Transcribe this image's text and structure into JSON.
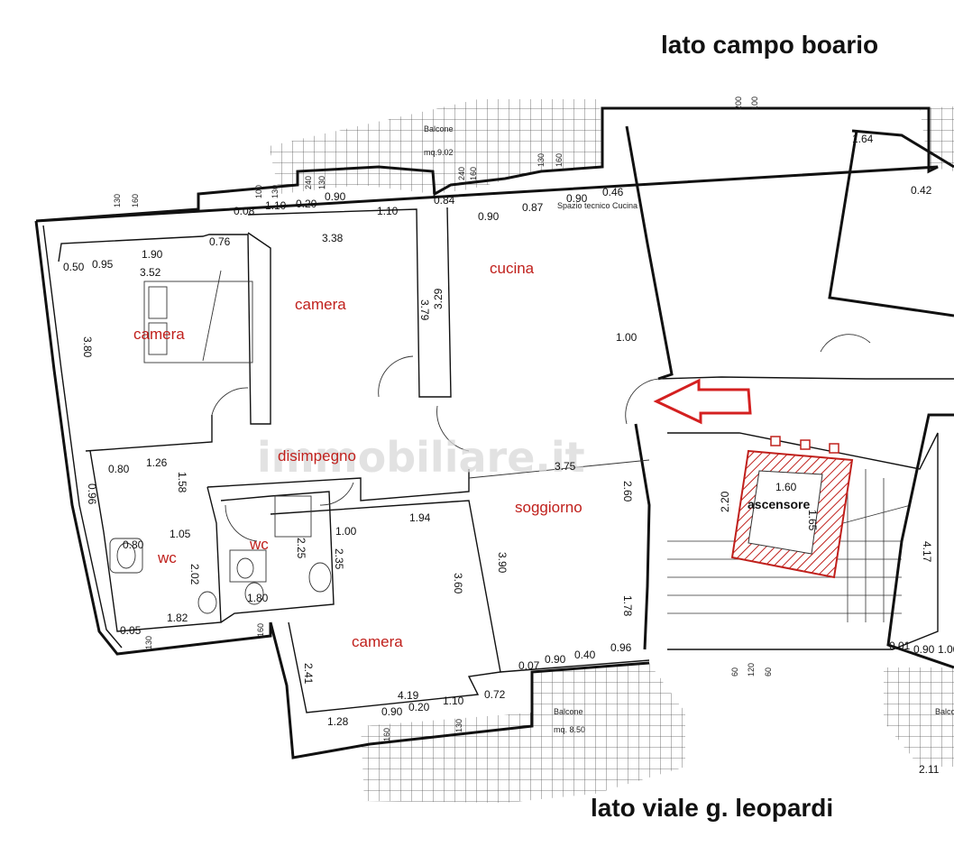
{
  "headings": {
    "top": "lato campo boario",
    "bottom": "lato viale g. leopardi"
  },
  "watermark": "immobiliare.it",
  "rooms": {
    "camera_left": "camera",
    "camera_center": "camera",
    "camera_bottom": "camera",
    "cucina": "cucina",
    "disimpegno": "disimpegno",
    "soggiorno": "soggiorno",
    "wc_left": "wc",
    "wc_center": "wc",
    "ascensore": "ascensore"
  },
  "balconies": {
    "top_label": "Balcone",
    "top_area": "mq.9.02",
    "bottom_label": "Balcone",
    "bottom_area": "mq. 8.50",
    "right_label": "Balcone"
  },
  "tech_space": "Spazio tecnico Cucina",
  "dimensions": {
    "d_050": "0.50",
    "d_095": "0.95",
    "d_190": "1.90",
    "d_352": "3.52",
    "d_076": "0.76",
    "d_008": "0.08",
    "d_110a": "1.10",
    "d_020a": "0.20",
    "d_090a": "0.90",
    "d_110b": "1.10",
    "d_338": "3.38",
    "d_084": "0.84",
    "d_090b": "0.90",
    "d_087": "0.87",
    "d_090c": "0.90",
    "d_046": "0.46",
    "d_379": "3.79",
    "d_329": "3.29",
    "d_380": "3.80",
    "d_100a": "1.00",
    "d_164": "1.64",
    "d_042": "0.42",
    "d_080a": "0.80",
    "d_126": "1.26",
    "d_096": "0.96",
    "d_158": "1.58",
    "d_105": "1.05",
    "d_080b": "0.80",
    "d_202": "2.02",
    "d_182": "1.82",
    "d_005": "0.05",
    "d_225": "2.25",
    "d_180": "1.80",
    "d_235": "2.35",
    "d_100b": "1.00",
    "d_194": "1.94",
    "d_375": "3.75",
    "d_360": "3.60",
    "d_390": "3.90",
    "d_260": "2.60",
    "d_178": "1.78",
    "d_241": "2.41",
    "d_419": "4.19",
    "d_128": "1.28",
    "d_090d": "0.90",
    "d_020b": "0.20",
    "d_110c": "1.10",
    "d_072": "0.72",
    "d_007": "0.07",
    "d_090e": "0.90",
    "d_040": "0.40",
    "d_096b": "0.96",
    "d_160": "1.60",
    "d_220": "2.20",
    "d_165": "1.65",
    "d_417": "4.17",
    "d_001": "0.01",
    "d_090f": "0.90",
    "d_100c": "1.00",
    "d_211": "2.11"
  },
  "window_marks": {
    "w_130a": "130",
    "w_160a": "160",
    "w_100": "100",
    "w_130b": "130",
    "w_240a": "240",
    "w_130c": "130",
    "w_240b": "240",
    "w_160b": "160",
    "w_130d": "130",
    "w_160c": "160",
    "w_200": "200",
    "w_100b": "100",
    "w_60a": "60",
    "w_120": "120",
    "w_60b": "60",
    "w_130e": "130",
    "w_160d": "160",
    "w_160e": "160",
    "w_130f": "130"
  },
  "colors": {
    "room_label": "#c0201c",
    "arrow": "#d42020",
    "elevator_hatch": "#c0201c",
    "walls": "#111111",
    "balcony_tile": "#555555"
  }
}
